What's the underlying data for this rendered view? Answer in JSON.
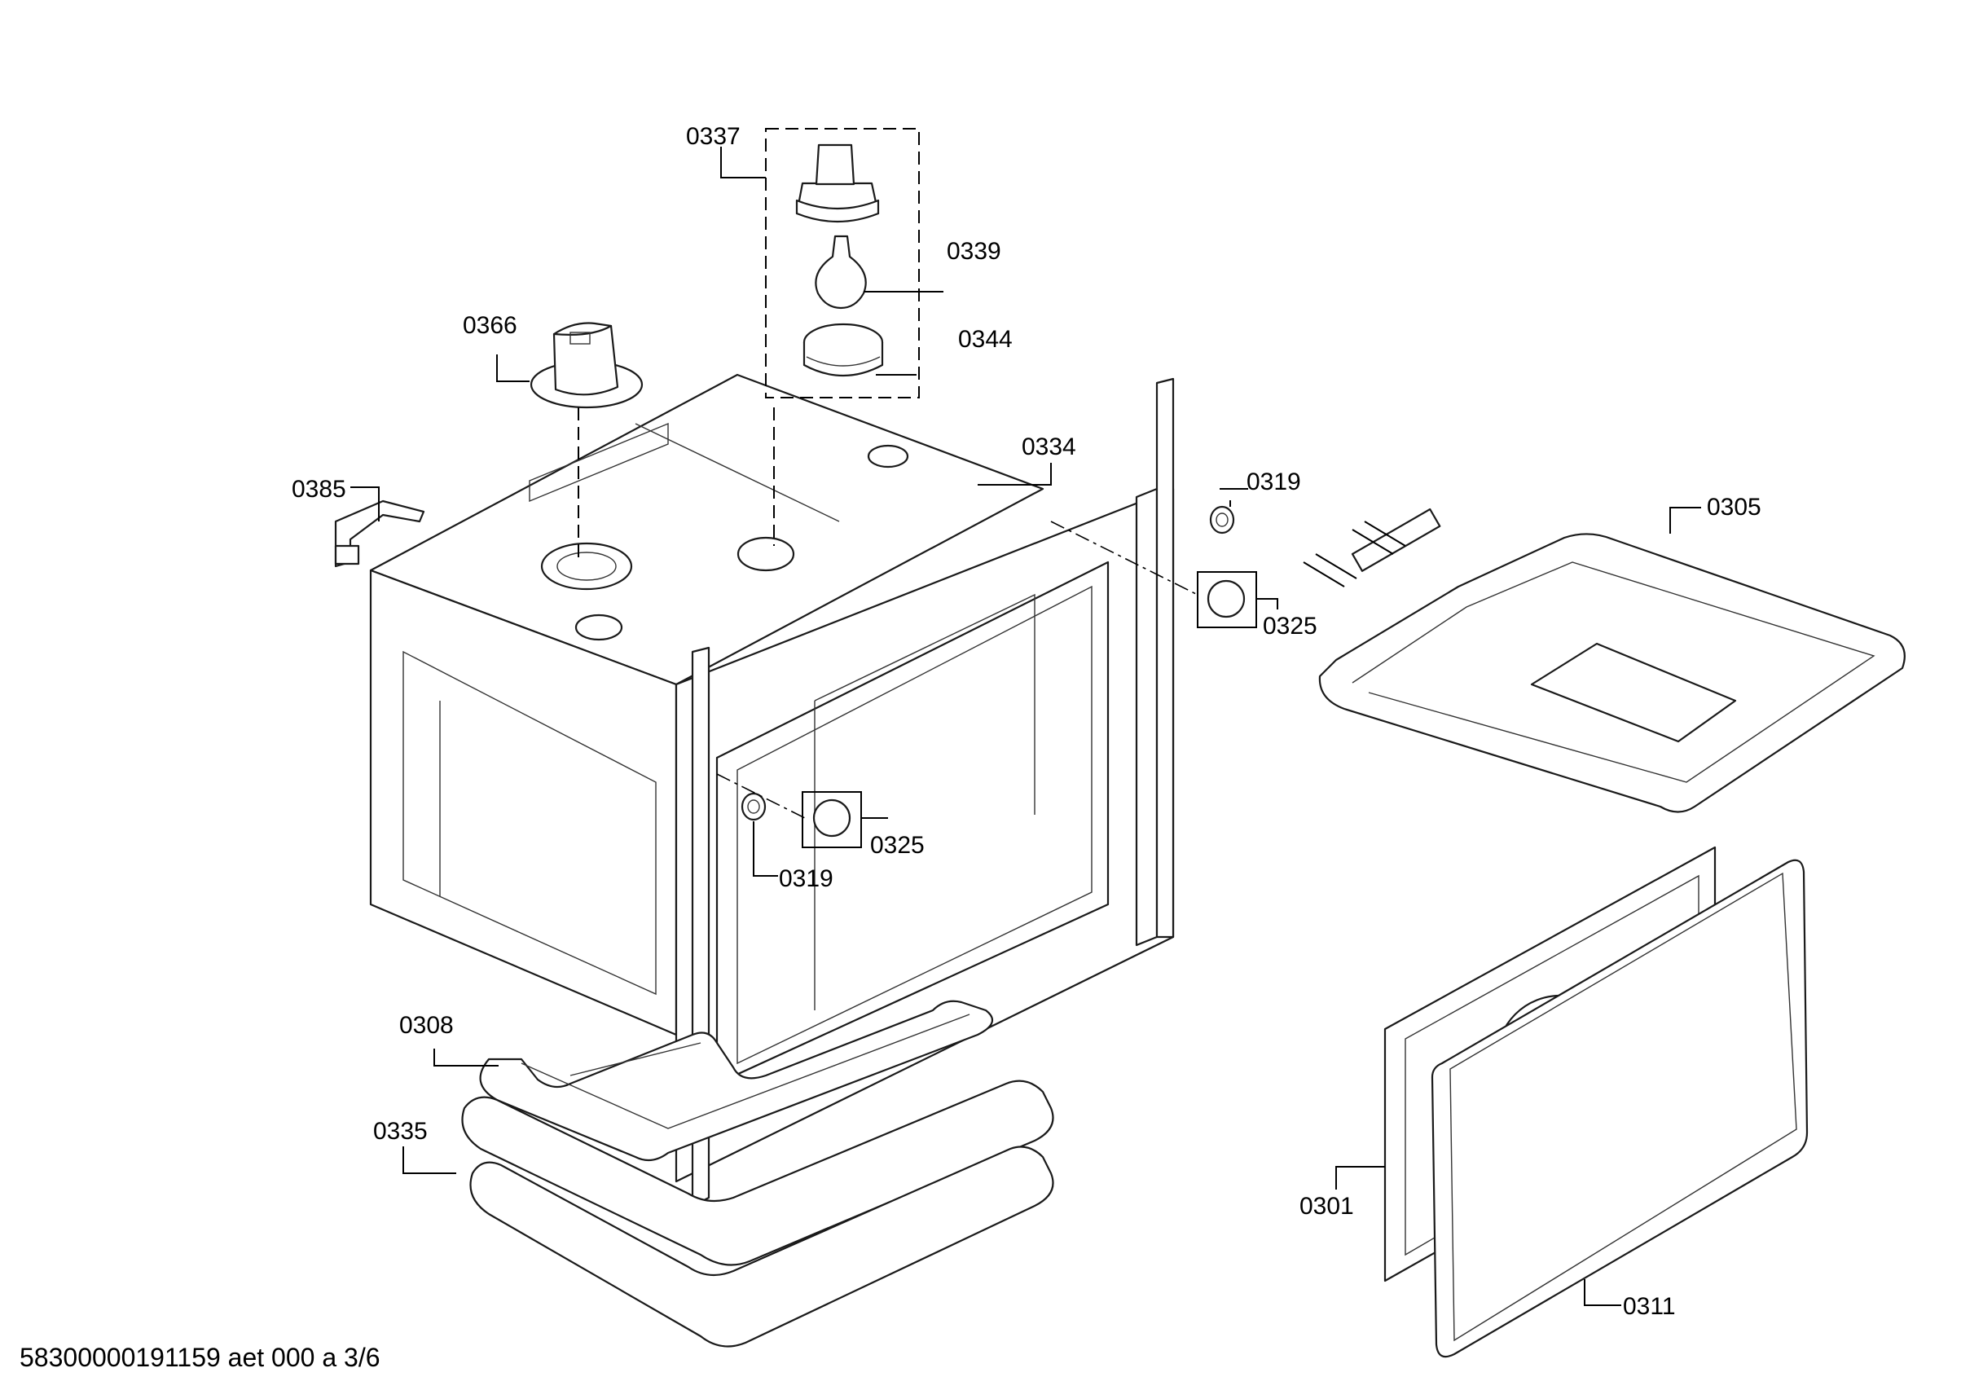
{
  "labels": {
    "p0337": "0337",
    "p0339": "0339",
    "p0344": "0344",
    "p0366": "0366",
    "p0334": "0334",
    "p0385": "0385",
    "p0319a": "0319",
    "p0305": "0305",
    "p0325a": "0325",
    "p0325b": "0325",
    "p0319b": "0319",
    "p0308": "0308",
    "p0335": "0335",
    "p0301": "0301",
    "p0311": "0311"
  },
  "footer": {
    "document_code": "58300000191159 aet 000 a 3/6"
  }
}
